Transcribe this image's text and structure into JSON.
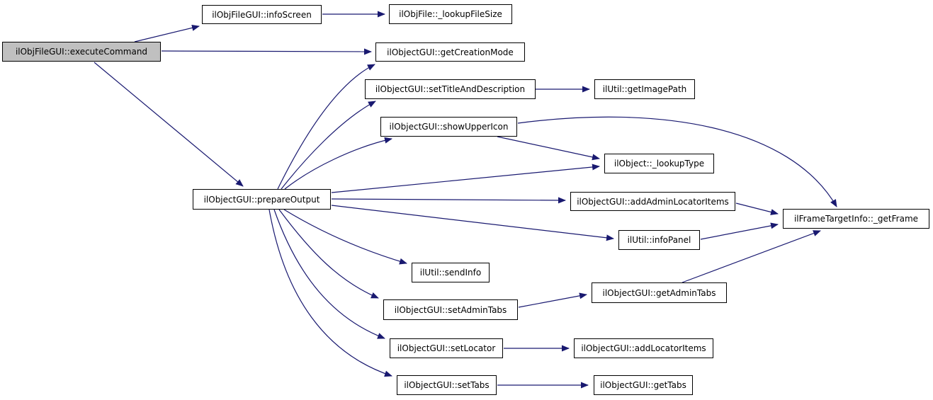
{
  "diagram": {
    "type": "call-graph",
    "root": "ilObjFileGUI::executeCommand"
  },
  "colors": {
    "edge": "#191970",
    "node_border": "#000000",
    "node_fill": "#ffffff",
    "root_fill": "#c0c0c0",
    "background": "#ffffff"
  },
  "nodes": [
    {
      "id": "executeCommand",
      "label": "ilObjFileGUI::executeCommand"
    },
    {
      "id": "infoScreen",
      "label": "ilObjFileGUI::infoScreen"
    },
    {
      "id": "lookupFileSize",
      "label": "ilObjFile::_lookupFileSize"
    },
    {
      "id": "getCreationMode",
      "label": "ilObjectGUI::getCreationMode"
    },
    {
      "id": "setTitleAndDescription",
      "label": "ilObjectGUI::setTitleAndDescription"
    },
    {
      "id": "getImagePath",
      "label": "ilUtil::getImagePath"
    },
    {
      "id": "showUpperIcon",
      "label": "ilObjectGUI::showUpperIcon"
    },
    {
      "id": "lookupType",
      "label": "ilObject::_lookupType"
    },
    {
      "id": "prepareOutput",
      "label": "ilObjectGUI::prepareOutput"
    },
    {
      "id": "addAdminLocatorItems",
      "label": "ilObjectGUI::addAdminLocatorItems"
    },
    {
      "id": "getFrame",
      "label": "ilFrameTargetInfo::_getFrame"
    },
    {
      "id": "infoPanel",
      "label": "ilUtil::infoPanel"
    },
    {
      "id": "sendInfo",
      "label": "ilUtil::sendInfo"
    },
    {
      "id": "setAdminTabs",
      "label": "ilObjectGUI::setAdminTabs"
    },
    {
      "id": "getAdminTabs",
      "label": "ilObjectGUI::getAdminTabs"
    },
    {
      "id": "setLocator",
      "label": "ilObjectGUI::setLocator"
    },
    {
      "id": "addLocatorItems",
      "label": "ilObjectGUI::addLocatorItems"
    },
    {
      "id": "setTabs",
      "label": "ilObjectGUI::setTabs"
    },
    {
      "id": "getTabs",
      "label": "ilObjectGUI::getTabs"
    }
  ],
  "edges": [
    {
      "from": "executeCommand",
      "to": "infoScreen"
    },
    {
      "from": "executeCommand",
      "to": "getCreationMode"
    },
    {
      "from": "executeCommand",
      "to": "prepareOutput"
    },
    {
      "from": "infoScreen",
      "to": "lookupFileSize"
    },
    {
      "from": "prepareOutput",
      "to": "getCreationMode"
    },
    {
      "from": "prepareOutput",
      "to": "setTitleAndDescription"
    },
    {
      "from": "setTitleAndDescription",
      "to": "getImagePath"
    },
    {
      "from": "prepareOutput",
      "to": "showUpperIcon"
    },
    {
      "from": "showUpperIcon",
      "to": "lookupType"
    },
    {
      "from": "showUpperIcon",
      "to": "getFrame"
    },
    {
      "from": "prepareOutput",
      "to": "lookupType"
    },
    {
      "from": "prepareOutput",
      "to": "addAdminLocatorItems"
    },
    {
      "from": "addAdminLocatorItems",
      "to": "getFrame"
    },
    {
      "from": "prepareOutput",
      "to": "infoPanel"
    },
    {
      "from": "infoPanel",
      "to": "getFrame"
    },
    {
      "from": "prepareOutput",
      "to": "sendInfo"
    },
    {
      "from": "prepareOutput",
      "to": "setAdminTabs"
    },
    {
      "from": "setAdminTabs",
      "to": "getAdminTabs"
    },
    {
      "from": "getAdminTabs",
      "to": "getFrame"
    },
    {
      "from": "prepareOutput",
      "to": "setLocator"
    },
    {
      "from": "setLocator",
      "to": "addLocatorItems"
    },
    {
      "from": "prepareOutput",
      "to": "setTabs"
    },
    {
      "from": "setTabs",
      "to": "getTabs"
    }
  ]
}
